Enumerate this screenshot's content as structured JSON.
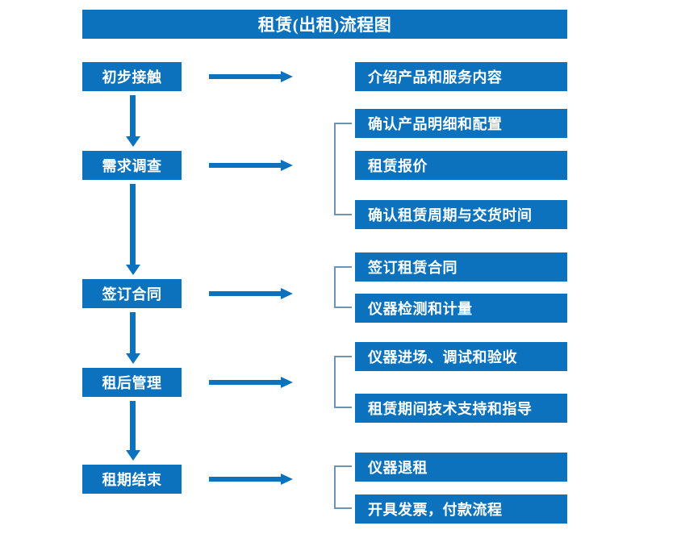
{
  "title": "租赁(出租)流程图",
  "colors": {
    "box_blue": "#0C72BE",
    "arrow_blue": "#0C72BE",
    "bracket_gray_blue": "#6E93B8",
    "background": "#FFFFFF",
    "box_text": "#FFFFFF"
  },
  "stages": [
    {
      "label": "初步接触"
    },
    {
      "label": "需求调查"
    },
    {
      "label": "签订合同"
    },
    {
      "label": "租后管理"
    },
    {
      "label": "租期结束"
    }
  ],
  "details": [
    {
      "label": "介绍产品和服务内容"
    },
    {
      "label": "确认产品明细和配置"
    },
    {
      "label": "租赁报价"
    },
    {
      "label": "确认租赁周期与交货时间"
    },
    {
      "label": "签订租赁合同"
    },
    {
      "label": "仪器检测和计量"
    },
    {
      "label": "仪器进场、调试和验收"
    },
    {
      "label": "租赁期间技术支持和指导"
    },
    {
      "label": "仪器退租"
    },
    {
      "label": "开具发票，付款流程"
    }
  ],
  "groups": [
    {
      "stage": "需求调查",
      "detail_count": 3
    },
    {
      "stage": "签订合同",
      "detail_count": 2
    },
    {
      "stage": "租后管理",
      "detail_count": 2
    },
    {
      "stage": "租期结束",
      "detail_count": 2
    }
  ],
  "flow_connectors": {
    "vertical_arrow_count": 4,
    "horizontal_arrow_count": 5,
    "direction_vertical": "down",
    "direction_horizontal": "right"
  }
}
